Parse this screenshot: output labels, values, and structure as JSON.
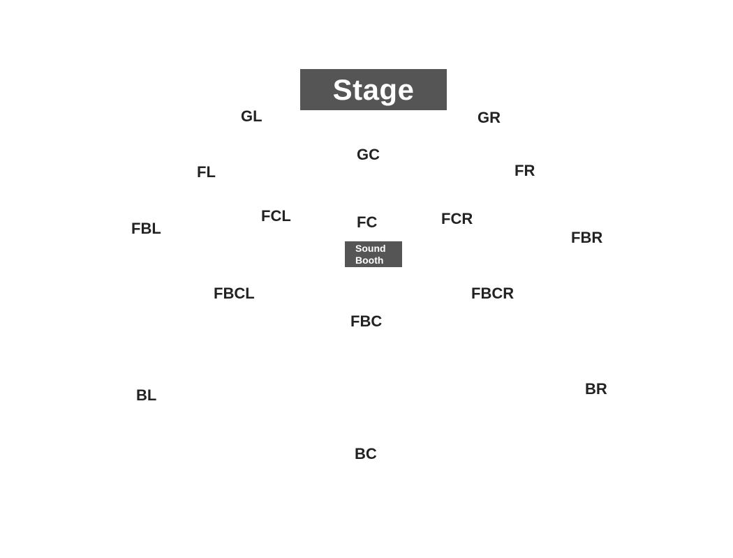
{
  "stage": {
    "label": "Stage"
  },
  "sound_booth": {
    "line1": "Sound",
    "line2": "Booth"
  },
  "sections": {
    "GL": "GL",
    "GR": "GR",
    "GC": "GC",
    "FL": "FL",
    "FR": "FR",
    "FCL": "FCL",
    "FC": "FC",
    "FCR": "FCR",
    "FBL": "FBL",
    "FBR": "FBR",
    "FBCL": "FBCL",
    "FBCR": "FBCR",
    "FBC": "FBC",
    "BL": "BL",
    "BR": "BR",
    "BC": "BC"
  },
  "colors": {
    "stage_fill": "#555555",
    "booth_fill": "#555555",
    "label_text": "#222222",
    "background": "#ffffff"
  }
}
